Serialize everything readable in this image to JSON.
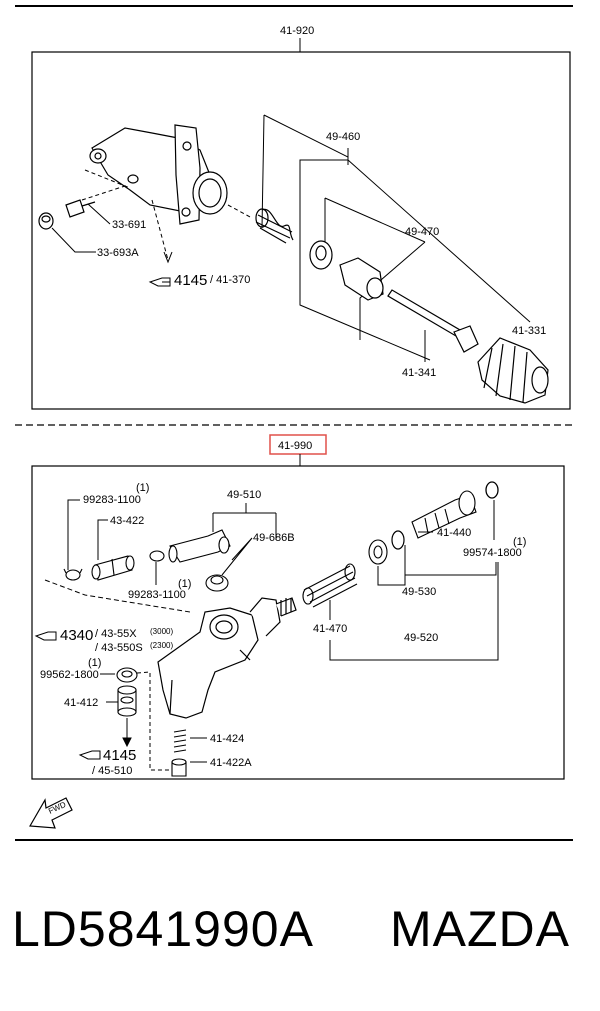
{
  "colors": {
    "line": "#000000",
    "highlight": "#e0504a",
    "background": "#ffffff"
  },
  "upper": {
    "assembly_label": "41-920",
    "labels": {
      "p49_460": "49-460",
      "p49_470": "49-470",
      "p33_691": "33-691",
      "p33_693a": "33-693A",
      "ref4145_num": "4145",
      "ref4145_sub": "/ 41-370",
      "p41_331": "41-331",
      "p41_341": "41-341"
    }
  },
  "lower": {
    "assembly_label": "41-990",
    "labels": {
      "p99283_1100_top": "99283-1100",
      "qty_top": "(1)",
      "p43_422": "43-422",
      "p49_510": "49-510",
      "p49_686b": "49-686B",
      "p99283_1100_mid": "99283-1100",
      "qty_mid": "(1)",
      "p41_440": "41-440",
      "qty_right": "(1)",
      "p99574_1800": "99574-1800",
      "p49_530": "49-530",
      "p41_470": "41-470",
      "p49_520": "49-520",
      "ref4340_num": "4340",
      "ref4340_sub1": "/ 43-55X",
      "ref4340_sub1_note": "(3000)",
      "ref4340_sub2": "/ 43-550S",
      "ref4340_sub2_note": "(2300)",
      "qty_left": "(1)",
      "p99562_1800": "99562-1800",
      "p41_412": "41-412",
      "p41_424": "41-424",
      "ref4145_num": "4145",
      "ref4145_sub": "/ 45-510",
      "p41_422a": "41-422A"
    }
  },
  "fwd_label": "FWD",
  "footer": {
    "part_number": "LD5841990A",
    "brand": "MAZDA"
  }
}
